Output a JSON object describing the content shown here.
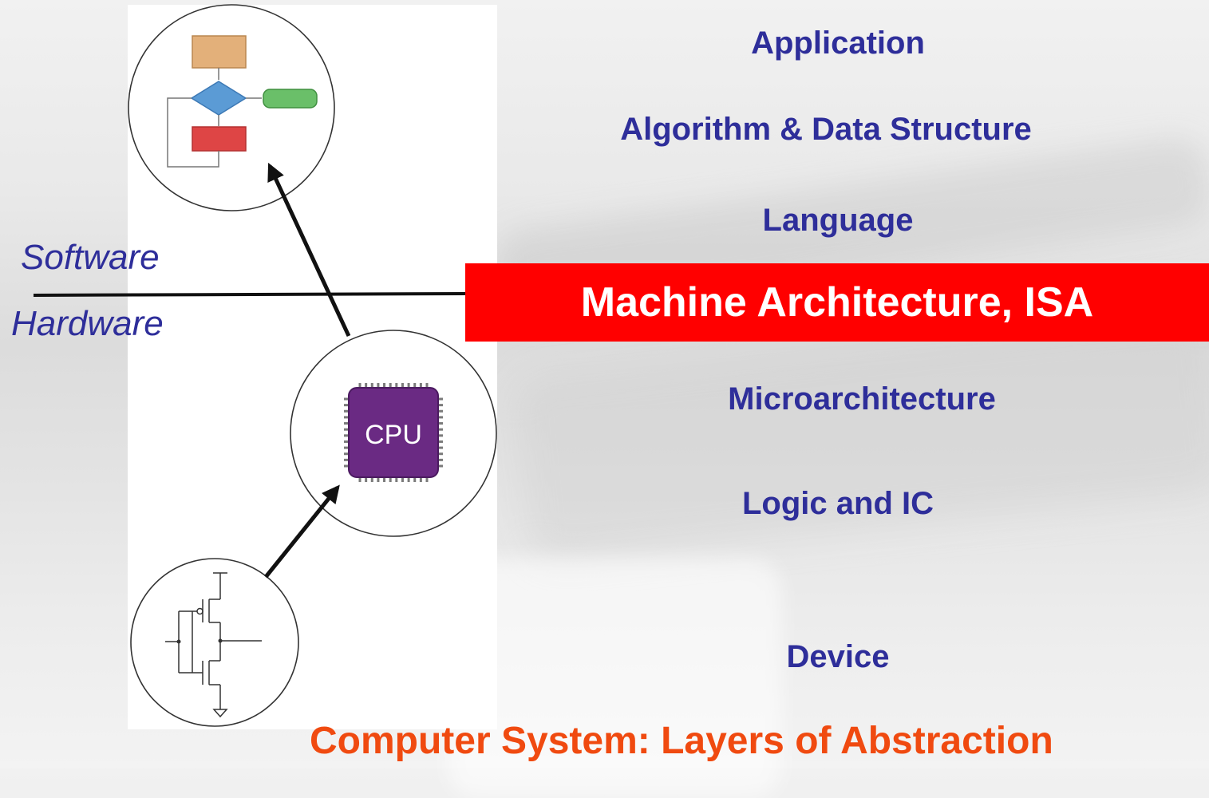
{
  "layers": {
    "application": "Application",
    "algorithm": "Algorithm & Data Structure",
    "language": "Language",
    "isa": "Machine Architecture, ISA",
    "microarchitecture": "Microarchitecture",
    "logic": "Logic and IC",
    "device": "Device"
  },
  "divider": {
    "software": "Software",
    "hardware": "Hardware"
  },
  "cpu_chip_label": "CPU",
  "title": "Computer System: Layers of Abstraction",
  "colors": {
    "layer_text": "#2e2e9a",
    "isa_highlight": "#ff0000",
    "title": "#f04a10",
    "cpu_chip": "#6a2a83",
    "flow_process": "#e3b07a",
    "flow_decision": "#5b9bd5",
    "flow_terminal": "#6abf69",
    "flow_alert": "#de4545"
  },
  "icons": [
    "flowchart-icon",
    "cpu-chip-icon",
    "transistor-circuit-icon",
    "up-arrow-icon"
  ]
}
